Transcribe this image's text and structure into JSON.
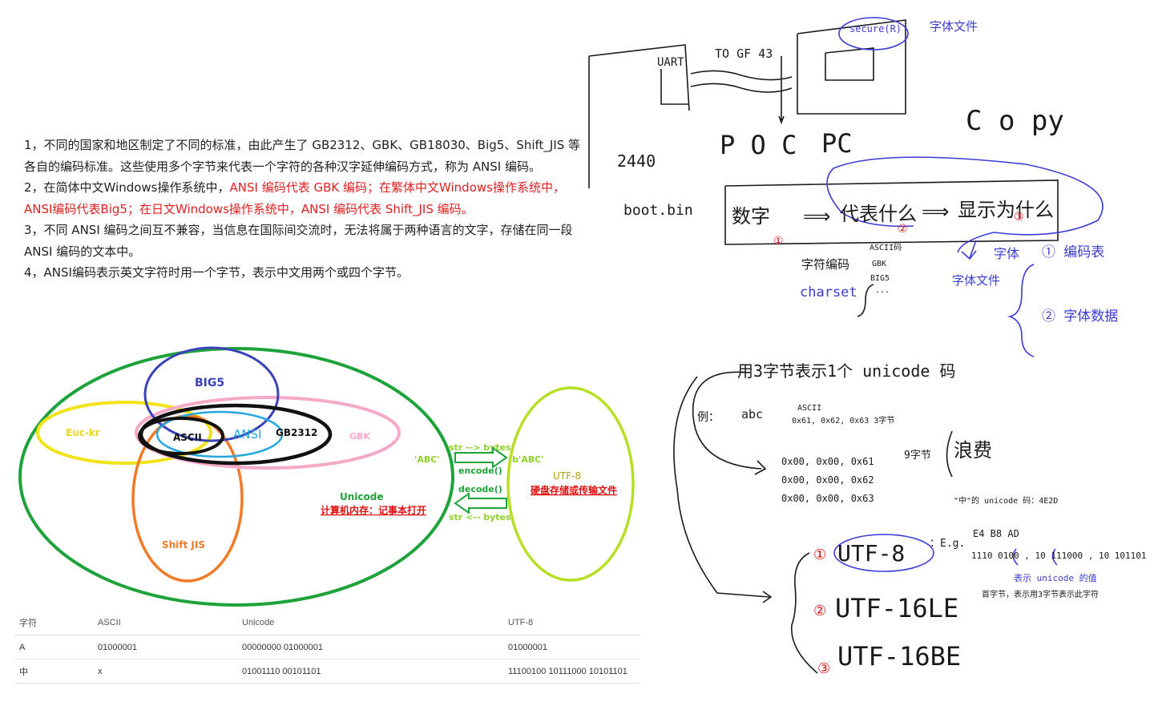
{
  "notes": {
    "p1": "1，不同的国家和地区制定了不同的标准，由此产生了 GB2312、GBK、GB18030、Big5、Shift_JIS 等各自的编码标准。这些使用多个字节来代表一个字符的各种汉字延伸编码方式，称为 ANSI 编码。",
    "p2_prefix": "2，在简体中文Windows操作系统中，",
    "p2_red": "ANSI 编码代表 GBK 编码；在繁体中文Windows操作系统中，ANSI编码代表Big5；在日文Windows操作系统中，ANSI 编码代表 Shift_JIS 编码。",
    "p3": "3，不同 ANSI 编码之间互不兼容，当信息在国际间交流时，无法将属于两种语言的文字，存储在同一段 ANSI 编码的文本中。",
    "p4": "4，ANSI编码表示英文字符时用一个字节，表示中文用两个或四个字节。"
  },
  "diagram": {
    "big5": "BIG5",
    "euckr": "Euc-kr",
    "ascii": "ASCII",
    "ansi": "ANSI",
    "gb2312": "GB2312",
    "gbk": "GBK",
    "shiftjis": "Shift  JIS",
    "unicode": "Unicode",
    "unicode_note": "计算机内存：记事本打开",
    "abc_str": "'ABC'",
    "str_to_bytes": "str --> bytes",
    "encode": "encode()",
    "abc_bytes": "b'ABC'",
    "decode": "decode()",
    "bytes_to_str": "str <-- bytes",
    "utf8": "UTF-8",
    "utf8_note": "硬盘存储或传输文件"
  },
  "table": {
    "headers": [
      "字符",
      "ASCII",
      "Unicode",
      "UTF-8"
    ],
    "rows": [
      [
        "A",
        "01000001",
        "00000000 01000001",
        "01000001"
      ],
      [
        "中",
        "x",
        "01001110 00101101",
        "11100100 10111000 10101101"
      ]
    ]
  },
  "handwriting": {
    "secure": "secure(R)",
    "font_file": "字体文件",
    "uart": "UART",
    "to_gf": "TO GF 43",
    "s2440": "2440",
    "bootbin": "boot.bin",
    "poc": "P O C",
    "pc": "PC",
    "copy": "C o py",
    "num": "数字",
    "arrow1": "⟹",
    "means": "代表什么",
    "arrow2": "⟹",
    "show": "显示为什么",
    "c1": "①",
    "c2": "②",
    "c3": "③",
    "charcode": "字符编码",
    "charset": "charset",
    "ascii_list": "ASCII码",
    "gbk_list": "GBK",
    "big5_list": "BIG5",
    "dots": "...",
    "font": "字体",
    "fontfile2": "字体文件",
    "tbl": "① 编码表",
    "data": "② 字体数据",
    "three_bytes": "用3字节表示1个 unicode 码",
    "eg": "例：",
    "abc": "abc",
    "ascii_code": "ASCII",
    "ascii_vals": "0x61, 0x62, 0x63  3字节",
    "row1": "0x00, 0x00, 0x61",
    "row2": "0x00, 0x00, 0x62",
    "row3": "0x00, 0x00, 0x63",
    "nine": "9字节",
    "waste": "浪费",
    "zhong": "\"中\"的 unicode 码：4E2D",
    "utf8": "UTF-8",
    "utf16le": "UTF-16LE",
    "utf16be": "UTF-16BE",
    "n1": "①",
    "n2": "②",
    "n3": "③",
    "colon_eg": "：E.g.",
    "e4b8ad": "E4 B8 AD",
    "bits": "1110 0100 , 10 111000 , 10 101101",
    "bits_note": "表示 unicode 的值",
    "bits_note2": "首字节，表示用3字节表示此字符"
  }
}
